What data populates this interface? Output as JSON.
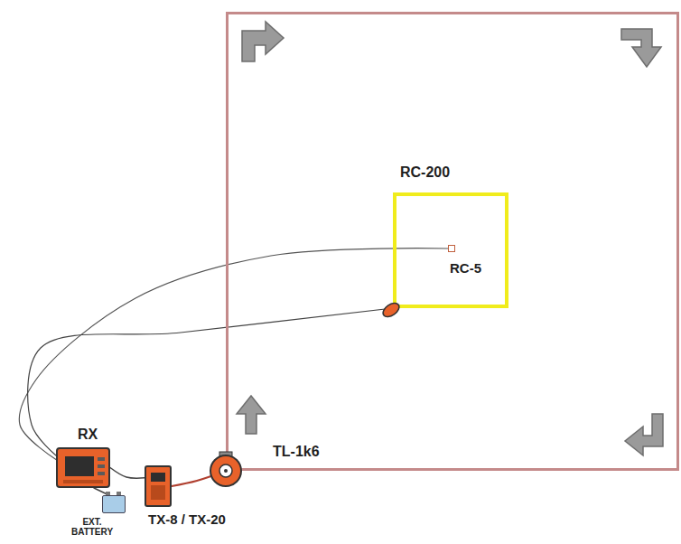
{
  "diagram": {
    "nodes": [
      {
        "text": [
          "TL-1k6"
        ]
      },
      {
        "text": [
          "RC-200"
        ],
        "in": 0
      },
      {
        "text": [
          "RC-5"
        ],
        "in": 1
      },
      {
        "text": [
          "RX"
        ]
      },
      {
        "text": [
          "TX-8 / TX-20"
        ]
      },
      {
        "text": [
          "EXT. BATTERY"
        ]
      }
    ],
    "edges": [
      {
        "from": 3,
        "to": 2,
        "arrow": "none"
      },
      {
        "from": 3,
        "to": 1,
        "arrow": "none"
      },
      {
        "from": 3,
        "to": 4,
        "arrow": "none"
      },
      {
        "from": 4,
        "to": 0,
        "arrow": "none"
      },
      {
        "from": 5,
        "to": 3,
        "arrow": "none"
      }
    ]
  }
}
